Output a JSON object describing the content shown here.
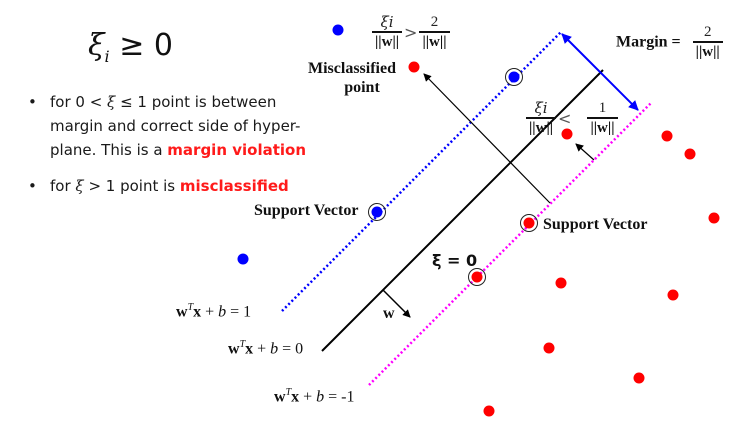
{
  "heading": {
    "symbol": "ξ",
    "subscript": "i",
    "relation": " ≥ 0"
  },
  "bullets": [
    {
      "prefix": "for 0 < ",
      "symbol": "ξ",
      "middle": " ≤ 1 point is between margin and correct side of hyper-plane. This is a ",
      "highlight": "margin violation"
    },
    {
      "prefix": "for ",
      "symbol": "ξ",
      "middle": " > 1 point is ",
      "highlight": "misclassified"
    }
  ],
  "labels": {
    "misclassified_point": [
      "Misclassified",
      "point"
    ],
    "support_vector_left": "Support Vector",
    "support_vector_right": "Support Vector",
    "xi_zero": "ξ = 0",
    "w_vector": "w",
    "margin_label": "Margin ="
  },
  "equations": {
    "plus_one": {
      "w": "w",
      "T": "T",
      "x": "x",
      "plus": " + ",
      "b": "b",
      "rhs": " = 1"
    },
    "zero": {
      "w": "w",
      "T": "T",
      "x": "x",
      "plus": " + ",
      "b": "b",
      "rhs": " = 0"
    },
    "minus_one": {
      "w": "w",
      "T": "T",
      "x": "x",
      "plus": " + ",
      "b": "b",
      "rhs": " = -1"
    }
  },
  "fractions": {
    "misclassified": {
      "lhs_num": "ξi",
      "lhs_den": "||w||",
      "relation": ">",
      "rhs_num": "2",
      "rhs_den": "||w||"
    },
    "violation": {
      "lhs_num": "ξi",
      "lhs_den": "||w||",
      "relation": "<",
      "rhs_num": "1",
      "rhs_den": "||w||"
    },
    "margin": {
      "num": "2",
      "den": "||w||"
    }
  },
  "colors": {
    "class_positive": "#0000ff",
    "class_negative": "#ff0000",
    "positive_margin": "#0000ff",
    "negative_margin": "#ff00ff",
    "hyperplane": "#000000",
    "margin_arrow": "#0000ff",
    "highlight_text": "#ff1a1a"
  },
  "points": {
    "blue": [
      {
        "role": "normal"
      },
      {
        "role": "support-vector"
      },
      {
        "role": "support-vector"
      },
      {
        "role": "normal"
      }
    ],
    "red": [
      {
        "role": "misclassified"
      },
      {
        "role": "margin-violation"
      },
      {
        "role": "support-vector"
      },
      {
        "role": "support-vector-xi-zero"
      },
      {
        "role": "normal"
      },
      {
        "role": "normal"
      },
      {
        "role": "normal"
      },
      {
        "role": "normal"
      },
      {
        "role": "normal"
      },
      {
        "role": "normal"
      },
      {
        "role": "normal"
      },
      {
        "role": "normal"
      }
    ]
  }
}
